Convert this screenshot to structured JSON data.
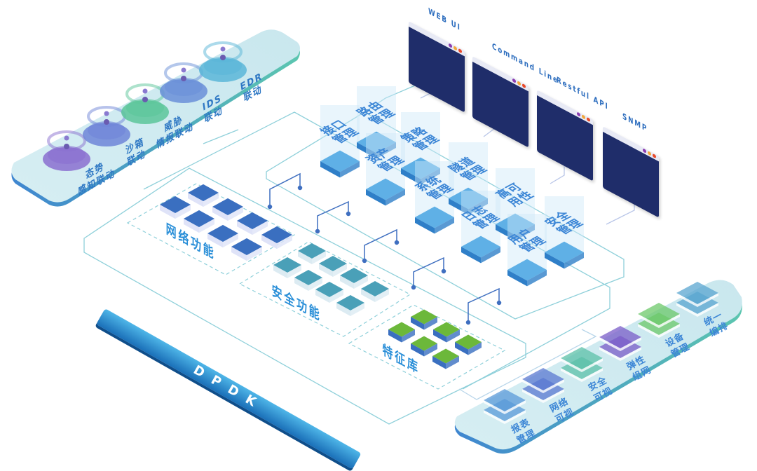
{
  "linkage_panel": {
    "items": [
      {
        "label": "态势\n感知联动",
        "color": "#8a6fd0"
      },
      {
        "label": "沙箱\n联动",
        "color": "#6f86d8"
      },
      {
        "label": "威胁\n情报联动",
        "color": "#5cc69a"
      },
      {
        "label": "IDS\n联动",
        "color": "#6a8fd8"
      },
      {
        "label": "EDR\n联动",
        "color": "#5ab6d8"
      }
    ]
  },
  "interfaces": [
    {
      "title": "WEB UI"
    },
    {
      "title": "Command Line"
    },
    {
      "title": "Restful API"
    },
    {
      "title": "SNMP"
    }
  ],
  "management_modules": [
    {
      "label": "接口\n管理"
    },
    {
      "label": "路由\n管理"
    },
    {
      "label": "资产\n管理"
    },
    {
      "label": "策略\n管理"
    },
    {
      "label": "系统\n管理"
    },
    {
      "label": "隧道\n管理"
    },
    {
      "label": "日志\n管理"
    },
    {
      "label": "高可\n用性"
    },
    {
      "label": "用户\n管理"
    },
    {
      "label": "安全\n管理"
    }
  ],
  "groups": {
    "network": "网络功能",
    "security": "安全功能",
    "signature": "特征库",
    "dpdk": "DPDK"
  },
  "platform_panel": {
    "items": [
      {
        "label": "报表\n管理",
        "color": "#5a9ad8"
      },
      {
        "label": "网络\n可视",
        "color": "#5a78d0"
      },
      {
        "label": "安全\n可视",
        "color": "#5cc0a8"
      },
      {
        "label": "弹性\n组网",
        "color": "#7a5cc8"
      },
      {
        "label": "设备\n管理",
        "color": "#6cc86a"
      },
      {
        "label": "统一\n编排",
        "color": "#5aa6d0"
      }
    ]
  },
  "colors": {
    "accent": "#2f78c4",
    "line": "#7cc6d2",
    "screen": "#1f2d6a"
  }
}
